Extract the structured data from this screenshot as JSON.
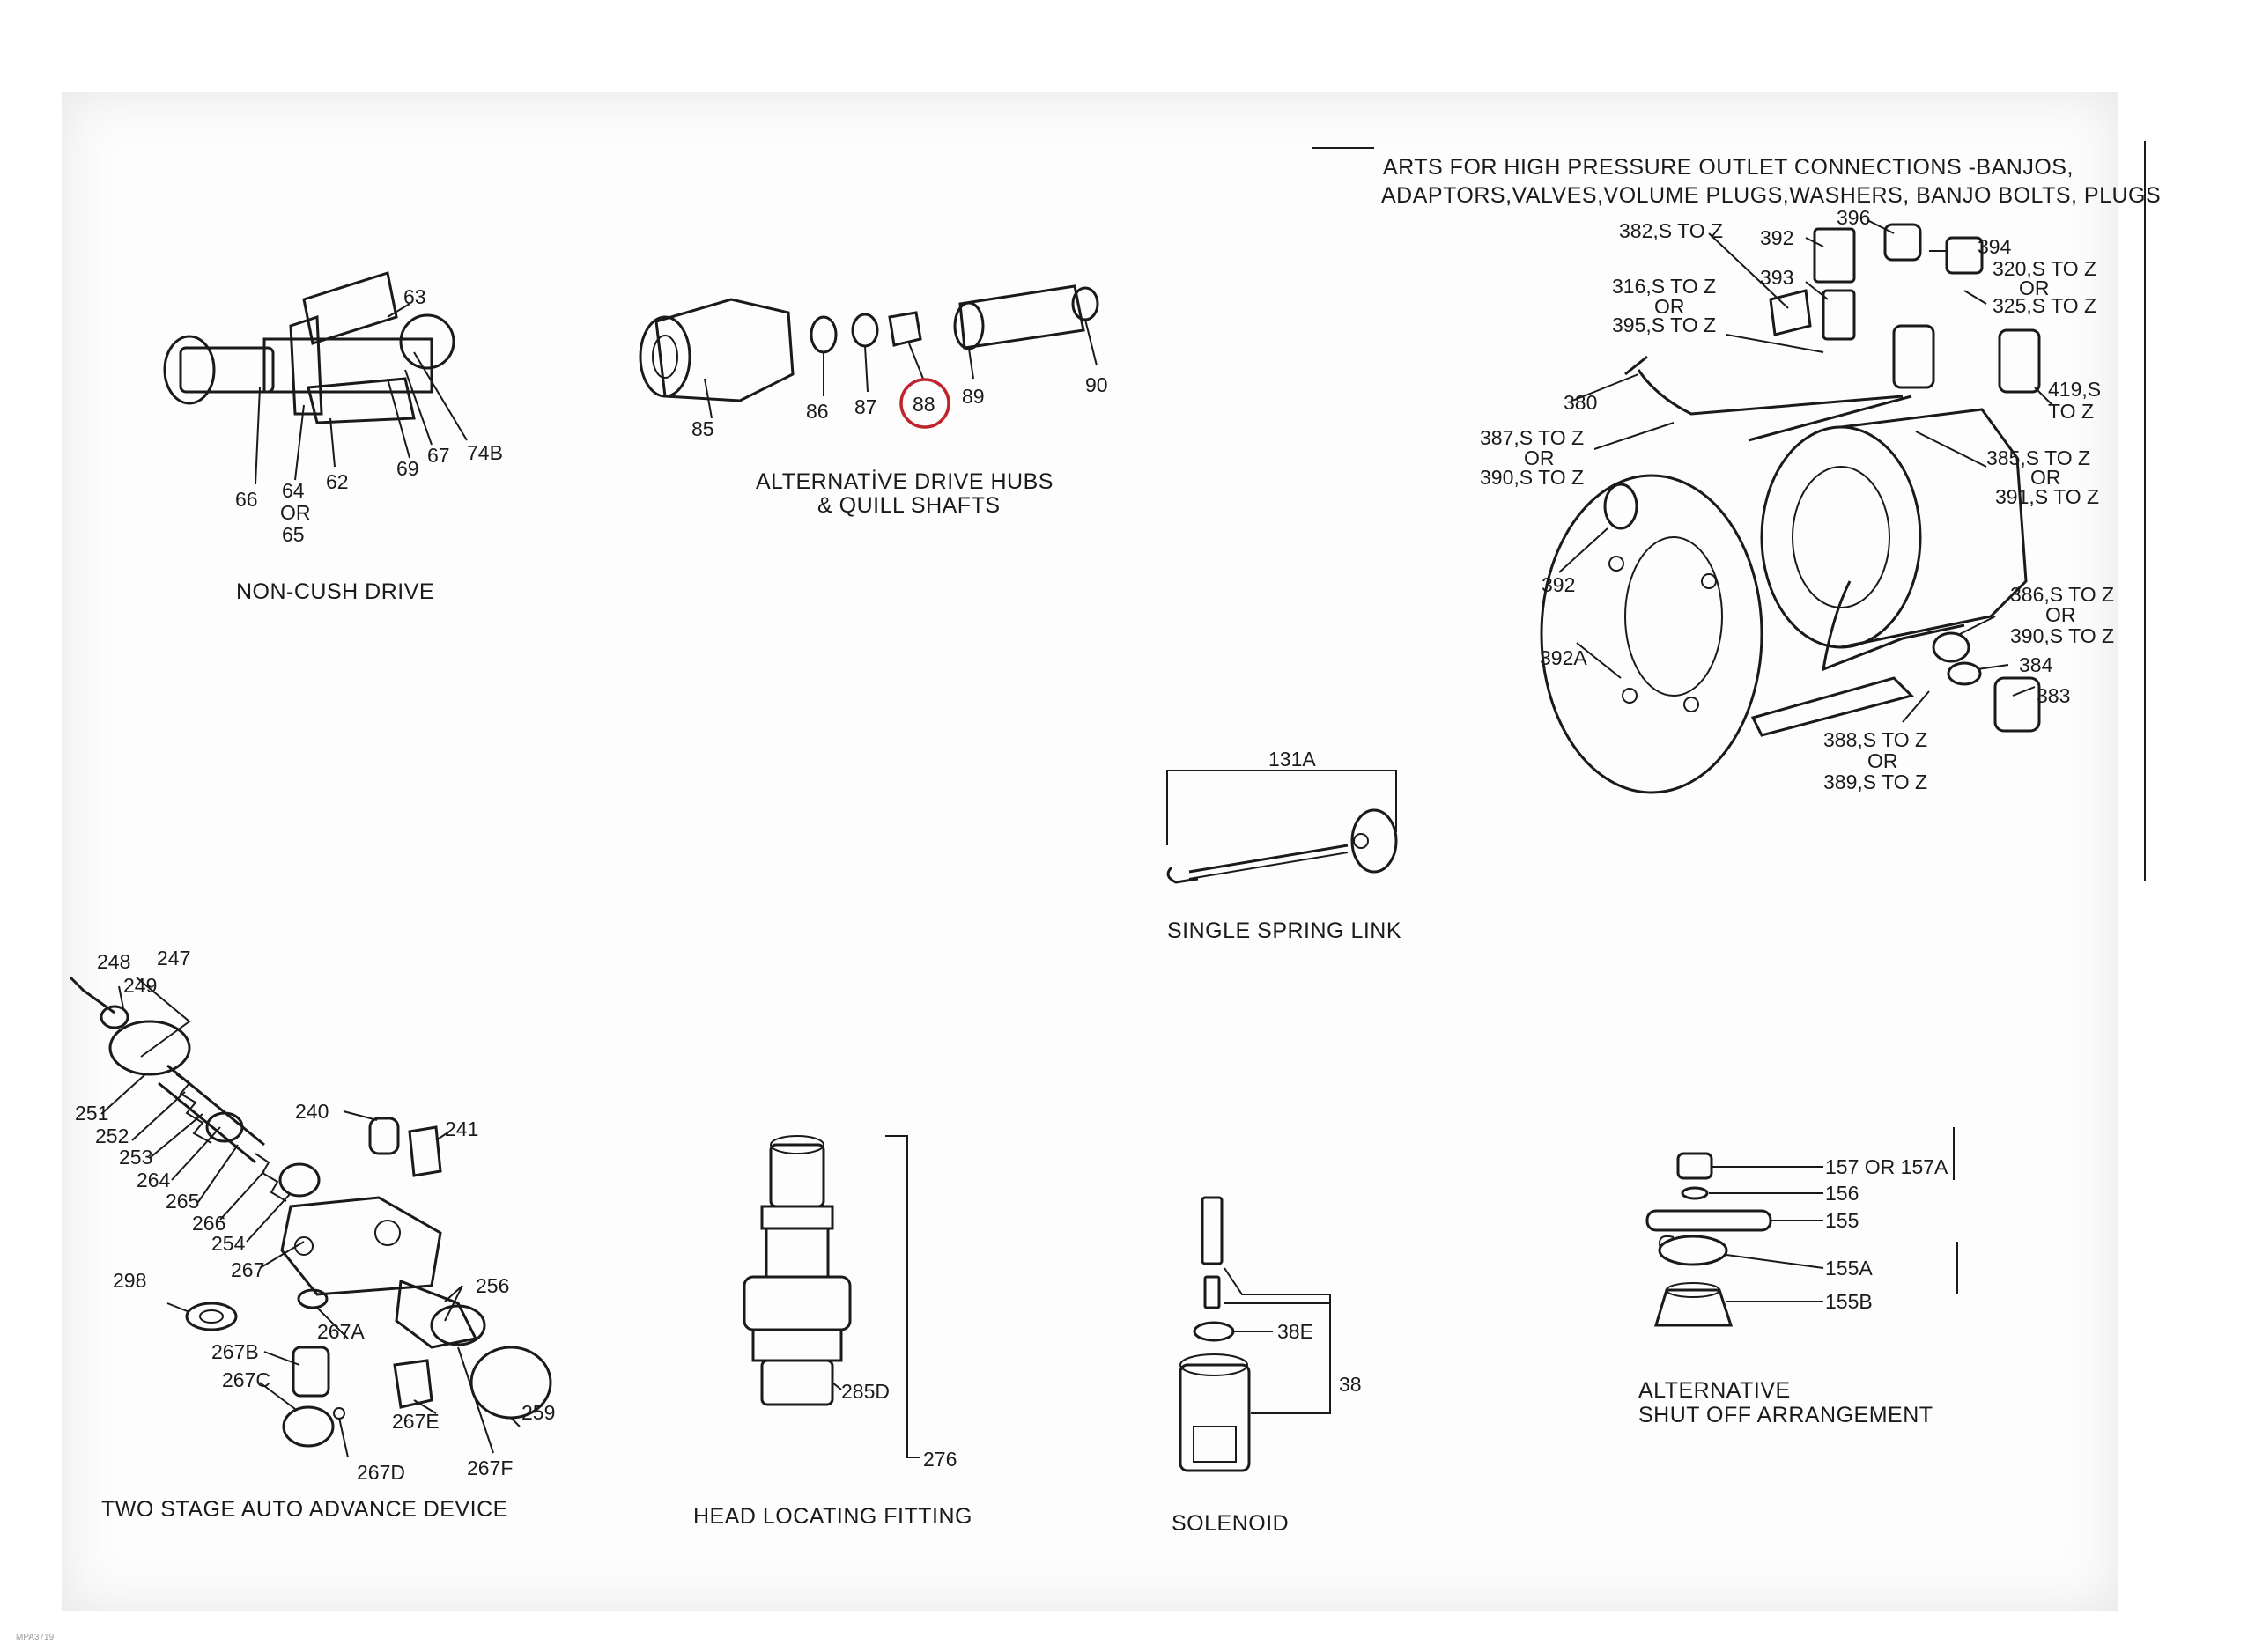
{
  "captions": {
    "non_cush": "NON-CUSH DRIVE",
    "drive_hubs_1": "ALTERNATİVE DRIVE HUBS",
    "drive_hubs_2": "& QUILL SHAFTS",
    "hp_outlet_1": "ARTS FOR HIGH PRESSURE OUTLET CONNECTIONS -BANJOS,",
    "hp_outlet_2": "ADAPTORS,VALVES,VOLUME PLUGS,WASHERS, BANJO BOLTS, PLUGS",
    "spring_link": "SINGLE SPRING LINK",
    "auto_advance": "TWO STAGE AUTO ADVANCE DEVICE",
    "head_locating": "HEAD LOCATING FITTING",
    "solenoid": "SOLENOID",
    "shut_off_1": "ALTERNATIVE",
    "shut_off_2": "SHUT OFF ARRANGEMENT"
  },
  "labels": {
    "p63": "63",
    "p66": "66",
    "p64": "64",
    "p64or": "OR",
    "p65": "65",
    "p62": "62",
    "p69": "69",
    "p67": "67",
    "p74b": "74B",
    "p85": "85",
    "p86": "86",
    "p87": "87",
    "p88": "88",
    "p89": "89",
    "p90": "90",
    "p382": "382,S TO Z",
    "p392a": "392",
    "p396": "396",
    "p394": "394",
    "p316": "316,S TO Z",
    "p316or": "OR",
    "p395": "395,S TO Z",
    "p393": "393",
    "p320": "320,S TO Z",
    "p320or": "OR",
    "p325": "325,S TO Z",
    "p380": "380",
    "p419": "419,S",
    "p419b": "TO Z",
    "p387": "387,S TO Z",
    "p387or": "OR",
    "p390": "390,S TO Z",
    "p385": "385,S TO Z",
    "p385or": "OR",
    "p391": "391,S TO Z",
    "p392b": "392",
    "p392A": "392A",
    "p386": "386,S TO Z",
    "p386or": "OR",
    "p390b": "390,S TO Z",
    "p384": "384",
    "p383": "383",
    "p388": "388,S TO Z",
    "p388or": "OR",
    "p389": "389,S TO Z",
    "p131a": "131A",
    "p248": "248",
    "p247": "247",
    "p249": "249",
    "p251": "251",
    "p252": "252",
    "p253": "253",
    "p264": "264",
    "p265": "265",
    "p266": "266",
    "p254": "254",
    "p267": "267",
    "p240": "240",
    "p241": "241",
    "p298": "298",
    "p256": "256",
    "p267a": "267A",
    "p267b": "267B",
    "p267c": "267C",
    "p267e": "267E",
    "p259": "259",
    "p267d": "267D",
    "p267f": "267F",
    "p285d": "285D",
    "p276": "276",
    "p38e": "38E",
    "p38": "38",
    "p157": "157 OR 157A",
    "p156": "156",
    "p155": "155",
    "p155a": "155A",
    "p155b": "155B"
  },
  "footer": {
    "code": "MPA3719"
  },
  "colors": {
    "ink": "#1a1a1a",
    "highlight": "#c0232b"
  }
}
